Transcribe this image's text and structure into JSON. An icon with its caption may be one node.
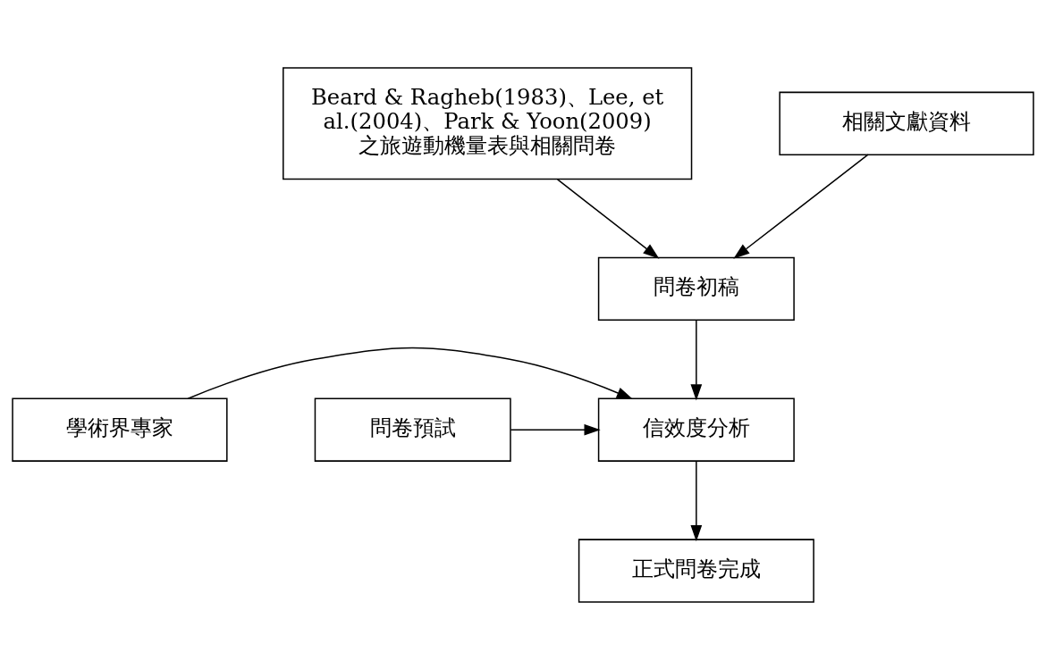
{
  "diagram": {
    "nodes": [
      {
        "text": [
          "Beard & Ragheb(1983)、Lee, et al.(2004)、Park & Yoon(2009) 之旅遊動機量表與相關問卷"
        ]
      },
      {
        "text": [
          "相關文獻資料"
        ]
      },
      {
        "text": [
          "問卷初稿"
        ]
      },
      {
        "text": [
          "學術界專家"
        ]
      },
      {
        "text": [
          "問卷預試"
        ]
      },
      {
        "text": [
          "信效度分析"
        ]
      },
      {
        "text": [
          "正式問卷完成"
        ]
      }
    ],
    "edges": [
      {
        "from": 0,
        "to": 2,
        "arrow": "to"
      },
      {
        "from": 1,
        "to": 2,
        "arrow": "to"
      },
      {
        "from": 2,
        "to": 5,
        "arrow": "to"
      },
      {
        "from": 3,
        "to": 5,
        "arrow": "to"
      },
      {
        "from": 4,
        "to": 5,
        "arrow": "to"
      },
      {
        "from": 5,
        "to": 6,
        "arrow": "to"
      }
    ]
  }
}
